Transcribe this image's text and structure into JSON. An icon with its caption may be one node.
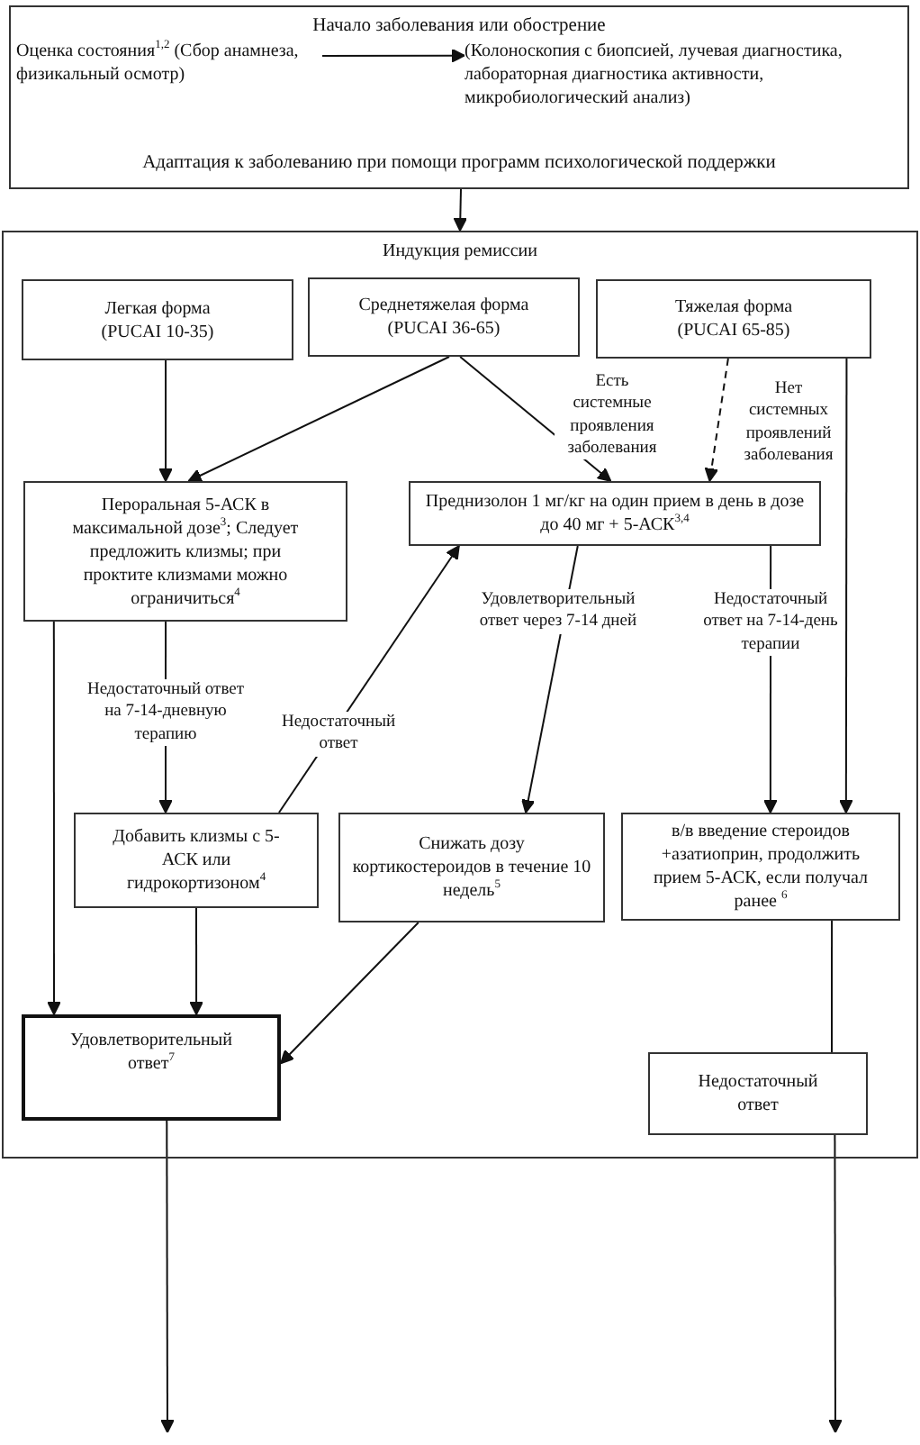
{
  "diagram": {
    "nodes": [
      {
        "text": [
          "Начало заболевания или обострение",
          "Адаптация к заболеванию при помощи программ психологической поддержки"
        ]
      },
      {
        "text": [
          "Оценка состояния$^{1,2}$ (Сбор анамнеза, физикальный осмотр)"
        ],
        "in": 0
      },
      {
        "text": [
          "(Колоноскопия с биопсией, лучевая диагностика, лабораторная диагностика активности, микробиологический анализ)"
        ],
        "in": 0
      },
      {
        "text": [
          "Индукция ремиссии"
        ]
      },
      {
        "text": [
          "Легкая форма (PUCAI 10-35)"
        ],
        "in": 3
      },
      {
        "text": [
          "Среднетяжелая форма (PUCAI 36-65)"
        ],
        "in": 3
      },
      {
        "text": [
          "Тяжелая форма (PUCAI 65-85)"
        ],
        "in": 3
      },
      {
        "text": [
          "Пероральная 5-АСК в максимальной дозе$^{3}$; Следует предложить клизмы; при проктите клизмами можно ограничиться$^{4}$"
        ],
        "in": 3
      },
      {
        "text": [
          "Преднизолон 1 мг/кг на один прием в день в дозе до 40 мг + 5-АСК$^{3,4}$"
        ],
        "in": 3
      },
      {
        "text": [
          "Добавить клизмы с 5-АСК или гидрокортизоном$^{4}$"
        ],
        "in": 3
      },
      {
        "text": [
          "Снижать дозу кортикостероидов в течение 10 недель$^{5}$"
        ],
        "in": 3
      },
      {
        "text": [
          "в/в введение стероидов +азатиоприн, продолжить прием 5-АСК, если получал ранее $^{6}$"
        ],
        "in": 3
      },
      {
        "text": [
          "Удовлетворительный ответ$^{7}$"
        ],
        "in": 3
      },
      {
        "text": [
          "Недостаточный ответ"
        ],
        "in": 3
      }
    ],
    "edges": [
      {
        "from": 0,
        "to": 3,
        "arrow": "to"
      },
      {
        "from": 1,
        "to": 2,
        "arrow": "to"
      },
      {
        "from": 4,
        "to": 7,
        "arrow": "to"
      },
      {
        "from": 5,
        "to": 7,
        "arrow": "to"
      },
      {
        "from": 5,
        "to": 8,
        "arrow": "to",
        "label": "Есть системные проявления заболевания"
      },
      {
        "from": 6,
        "to": 8,
        "arrow": "to",
        "label": "Нет системных проявлений заболевания",
        "style": "dashed"
      },
      {
        "from": 6,
        "to": 11,
        "arrow": "to"
      },
      {
        "from": 7,
        "to": 12,
        "arrow": "to"
      },
      {
        "from": 7,
        "to": 9,
        "arrow": "to",
        "label": "Недостаточный ответ на 7-14-дневную терапию"
      },
      {
        "from": 9,
        "to": 8,
        "arrow": "to",
        "label": "Недостаточный ответ"
      },
      {
        "from": 8,
        "to": 10,
        "arrow": "to",
        "label": "Удовлетворительный ответ через 7-14 дней"
      },
      {
        "from": 8,
        "to": 11,
        "arrow": "to",
        "label": "Недостаточный ответ на 7-14-день терапии"
      },
      {
        "from": 9,
        "to": 12,
        "arrow": "to"
      },
      {
        "from": 10,
        "to": 12,
        "arrow": "to"
      },
      {
        "from": 11,
        "to": 13,
        "arrow": "none"
      },
      {
        "from": 12,
        "to": null,
        "arrow": "to"
      },
      {
        "from": 13,
        "to": null,
        "arrow": "to"
      }
    ]
  }
}
